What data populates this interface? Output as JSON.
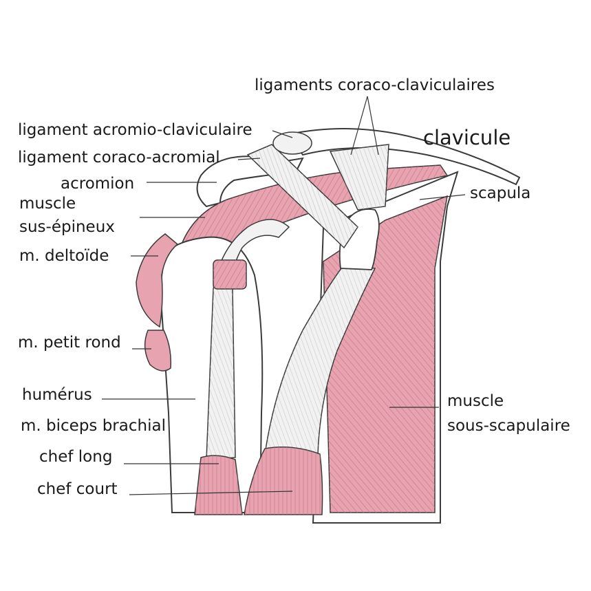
{
  "colors": {
    "muscle": "#e8a3b0",
    "muscle_dark": "#c9788a",
    "ligament": "#f2f2f2",
    "outline": "#3a3a3a",
    "leader": "#333333"
  },
  "labels": {
    "ligaments_coraco_claviculaires": "ligaments coraco-claviculaires",
    "ligament_acromio_claviculaire": "ligament acromio-claviculaire",
    "ligament_coraco_acromial": "ligament coraco-acromial",
    "acromion": "acromion",
    "muscle_sus_epineux_line1": "muscle",
    "muscle_sus_epineux_line2": "sus-épineux",
    "m_deltoide": "m. deltoïde",
    "m_petit_rond": "m. petit rond",
    "humerus": "humérus",
    "m_biceps_brachial": "m. biceps brachial",
    "chef_long": "chef long",
    "chef_court": "chef court",
    "clavicule": "clavicule",
    "scapula": "scapula",
    "muscle_sous_scapulaire_line1": "muscle",
    "muscle_sous_scapulaire_line2": "sous-scapulaire"
  }
}
